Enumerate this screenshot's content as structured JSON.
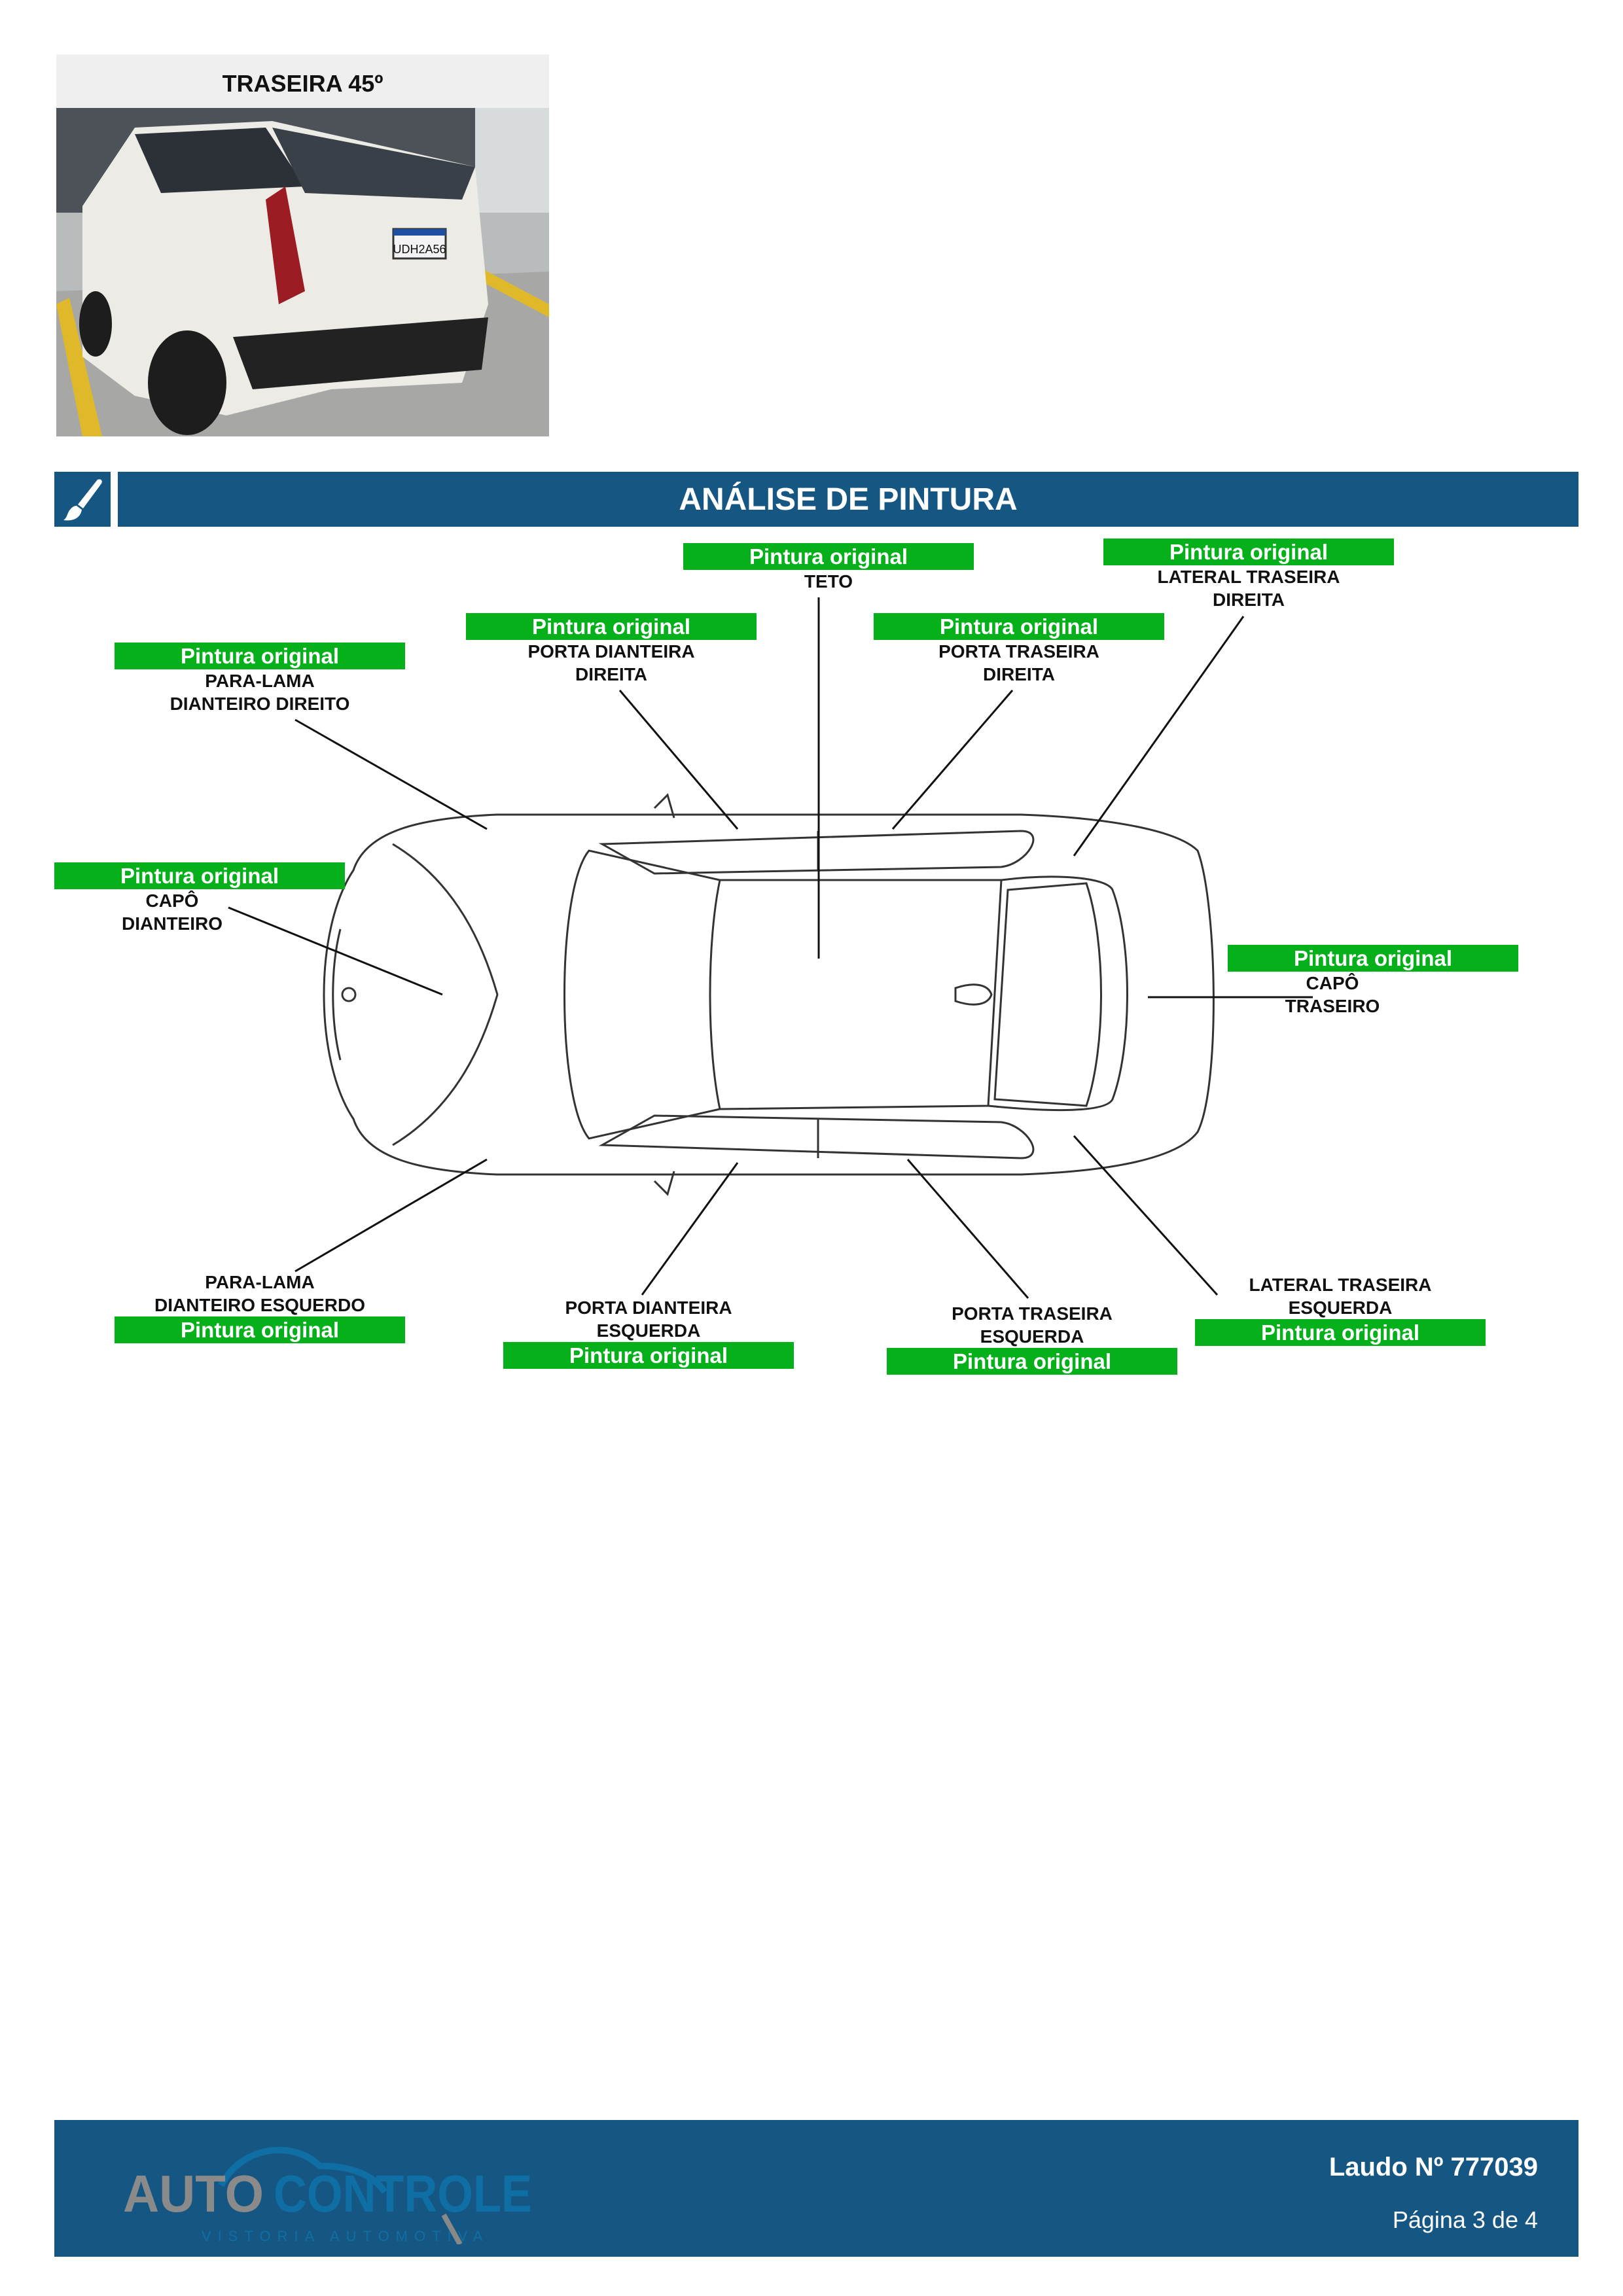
{
  "photo": {
    "title": "TRASEIRA 45º",
    "plate": "UDH2A56"
  },
  "section": {
    "title": "ANÁLISE DE PINTURA",
    "icon": "paint-brush-icon"
  },
  "parts": [
    {
      "status": "Pintura original",
      "name_lines": [
        "TETO"
      ]
    },
    {
      "status": "Pintura original",
      "name_lines": [
        "LATERAL TRASEIRA",
        "DIREITA"
      ]
    },
    {
      "status": "Pintura original",
      "name_lines": [
        "PORTA DIANTEIRA",
        "DIREITA"
      ]
    },
    {
      "status": "Pintura original",
      "name_lines": [
        "PORTA TRASEIRA",
        "DIREITA"
      ]
    },
    {
      "status": "Pintura original",
      "name_lines": [
        "PARA-LAMA",
        "DIANTEIRO DIREITO"
      ]
    },
    {
      "status": "Pintura original",
      "name_lines": [
        "CAPÔ",
        "DIANTEIRO"
      ]
    },
    {
      "status": "Pintura original",
      "name_lines": [
        "CAPÔ",
        "TRASEIRO"
      ]
    },
    {
      "status": "Pintura original",
      "name_lines": [
        "PARA-LAMA",
        "DIANTEIRO ESQUERDO"
      ]
    },
    {
      "status": "Pintura original",
      "name_lines": [
        "PORTA DIANTEIRA",
        "ESQUERDA"
      ]
    },
    {
      "status": "Pintura original",
      "name_lines": [
        "PORTA TRASEIRA",
        "ESQUERDA"
      ]
    },
    {
      "status": "Pintura original",
      "name_lines": [
        "LATERAL TRASEIRA",
        "ESQUERDA"
      ]
    }
  ],
  "colors": {
    "brand": "#155782",
    "ok": "#05b01b"
  },
  "footer": {
    "logo": {
      "word1": "AUTO",
      "word2": "CONTROLE",
      "tagline": "VISTORIA AUTOMOTIVA"
    },
    "laudo": "Laudo Nº 777039",
    "pagina": "Página 3 de 4"
  }
}
